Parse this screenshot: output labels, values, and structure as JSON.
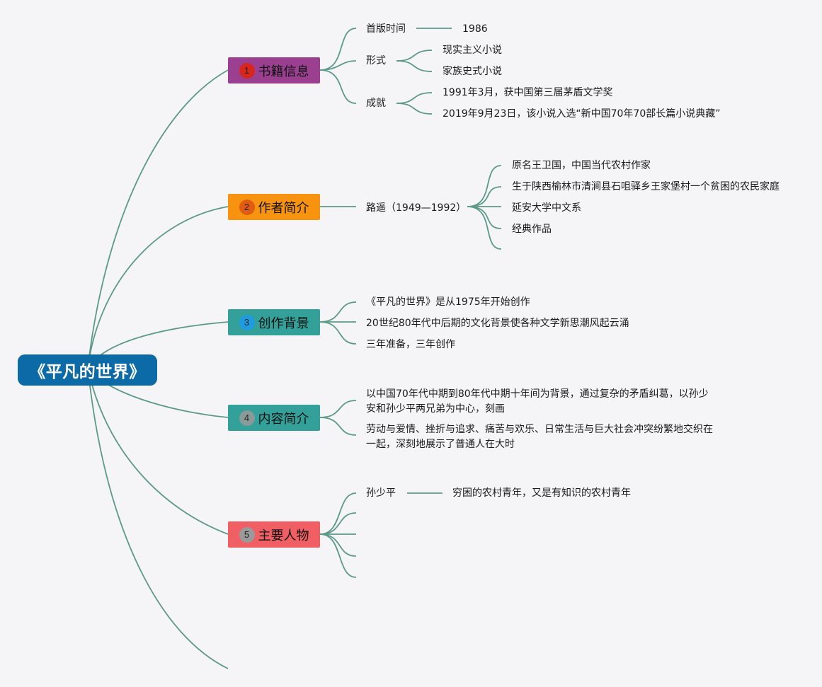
{
  "root": {
    "title": "《平凡的世界》"
  },
  "branches": [
    {
      "label": "书籍信息",
      "number": "1",
      "color": "#9b3f91",
      "badge_color": "#d7261d",
      "children": [
        {
          "label": "首版时间",
          "value": "1986"
        },
        {
          "label": "形式",
          "items": [
            "现实主义小说",
            "家族史式小说"
          ]
        },
        {
          "label": "成就",
          "items": [
            "1991年3月，获中国第三届茅盾文学奖",
            "2019年9月23日，该小说入选“新中国70年70部长篇小说典藏”"
          ]
        }
      ]
    },
    {
      "label": "作者简介",
      "number": "2",
      "color": "#f7930f",
      "badge_color": "#e25b12",
      "children": [
        {
          "label": "路遥（1949—1992）",
          "items": [
            "原名王卫国，中国当代农村作家",
            "生于陕西榆林市清涧县石咀驿乡王家堡村一个贫困的农民家庭",
            "延安大学中文系",
            "经典作品"
          ]
        }
      ]
    },
    {
      "label": "创作背景",
      "number": "3",
      "color": "#33a19a",
      "badge_color": "#1f9ce0",
      "items": [
        "《平凡的世界》是从1975年开始创作",
        "20世纪80年代中后期的文化背景使各种文学新思潮风起云涌",
        "三年准备，三年创作"
      ]
    },
    {
      "label": "内容简介",
      "number": "4",
      "color": "#33a19a",
      "badge_color": "#8a9a98",
      "items": [
        "以中国70年代中期到80年代中期十年间为背景，通过复杂的矛盾纠葛，以孙少安和孙少平两兄弟为中心，刻画",
        "劳动与爱情、挫折与追求、痛苦与欢乐、日常生活与巨大社会冲突纷繁地交织在一起，深刻地展示了普通人在大时"
      ]
    },
    {
      "label": "主要人物",
      "number": "5",
      "color": "#f05f63",
      "badge_color": "#9a9a9a",
      "children": [
        {
          "label": "孙少平",
          "value": "穷困的农村青年，又是有知识的农村青年"
        }
      ]
    }
  ],
  "colors": {
    "connector": "#5c9a86",
    "background": "#f5f4f7"
  }
}
